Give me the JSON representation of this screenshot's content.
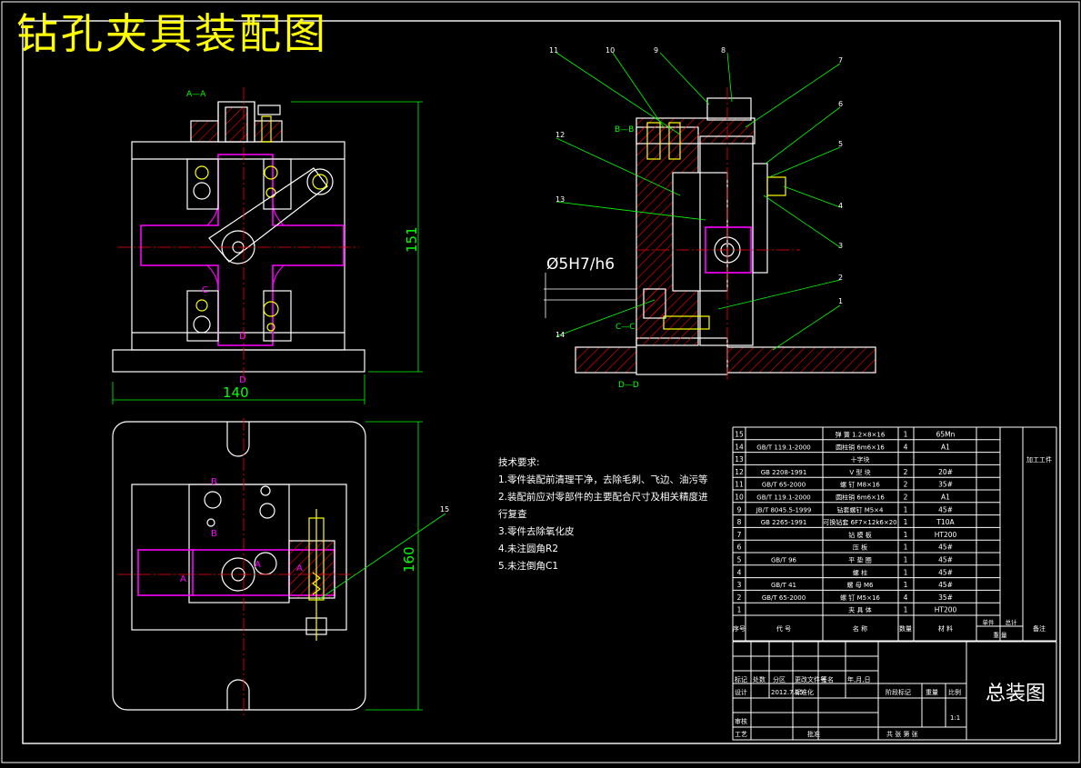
{
  "drawing": {
    "title": "钻孔夹具装配图",
    "section_labels": {
      "aa_main": "A—A",
      "bb": "B—B",
      "cc": "C—C",
      "dd": "D—D"
    },
    "view_letters": {
      "c": "C",
      "d1": "D",
      "d2": "D",
      "b": "B",
      "b2": "B",
      "a1": "A",
      "a2": "A",
      "a3": "A"
    },
    "dimensions": {
      "height_main": "151",
      "width_main": "140",
      "height_plan": "160",
      "fit": "Ø5H7/h6"
    },
    "balloons": [
      "11",
      "10",
      "9",
      "8",
      "7",
      "6",
      "5",
      "4",
      "3",
      "2",
      "1",
      "12",
      "13",
      "14",
      "15"
    ],
    "colors": {
      "background": "#000000",
      "outline": "#ffffff",
      "centerline": "#ff0000",
      "magenta": "#ff00ff",
      "leader": "#00ff00",
      "hatch": "#ff0000",
      "title_text": "#ffff00",
      "fastener": "#ffff00"
    }
  },
  "tech_requirements": {
    "heading": "技术要求:",
    "items": [
      "1.零件装配前清理干净，去除毛刺、飞边、油污等",
      "2.装配前应对零部件的主要配合尺寸及相关精度进",
      "行复查",
      "3.零件去除氧化皮",
      "4.未注圆角R2",
      "5.未注倒角C1"
    ]
  },
  "bom": {
    "rows": [
      {
        "no": "15",
        "code": "",
        "name": "弹 簧 1.2×8×16",
        "qty": "1",
        "material": "65Mn",
        "note": ""
      },
      {
        "no": "14",
        "code": "GB/T 119.1-2000",
        "name": "圆柱销 6m6×16",
        "qty": "4",
        "material": "A1",
        "note": ""
      },
      {
        "no": "13",
        "code": "",
        "name": "十字块",
        "qty": "",
        "material": "",
        "note": "加工工件"
      },
      {
        "no": "12",
        "code": "GB 2208-1991",
        "name": "V 型 块",
        "qty": "2",
        "material": "20#",
        "note": ""
      },
      {
        "no": "11",
        "code": "GB/T 65-2000",
        "name": "螺 钉 M8×16",
        "qty": "2",
        "material": "35#",
        "note": ""
      },
      {
        "no": "10",
        "code": "GB/T 119.1-2000",
        "name": "圆柱销 6m6×16",
        "qty": "2",
        "material": "A1",
        "note": ""
      },
      {
        "no": "9",
        "code": "JB/T 8045.5-1999",
        "name": "钻套螺钉 M5×4",
        "qty": "1",
        "material": "45#",
        "note": ""
      },
      {
        "no": "8",
        "code": "GB 2265-1991",
        "name": "可换钻套 6F7×12k6×20",
        "qty": "1",
        "material": "T10A",
        "note": ""
      },
      {
        "no": "7",
        "code": "",
        "name": "钻 模 板",
        "qty": "1",
        "material": "HT200",
        "note": ""
      },
      {
        "no": "6",
        "code": "",
        "name": "压 板",
        "qty": "1",
        "material": "45#",
        "note": ""
      },
      {
        "no": "5",
        "code": "GB/T 96",
        "name": "平 垫 圈",
        "qty": "1",
        "material": "45#",
        "note": ""
      },
      {
        "no": "4",
        "code": "",
        "name": "螺 柱",
        "qty": "1",
        "material": "45#",
        "note": ""
      },
      {
        "no": "3",
        "code": "GB/T 41",
        "name": "螺 母 M6",
        "qty": "1",
        "material": "45#",
        "note": ""
      },
      {
        "no": "2",
        "code": "GB/T 65-2000",
        "name": "螺 钉 M5×16",
        "qty": "4",
        "material": "35#",
        "note": ""
      },
      {
        "no": "1",
        "code": "",
        "name": "夹 具 体",
        "qty": "1",
        "material": "HT200",
        "note": ""
      }
    ],
    "header": {
      "no": "序号",
      "code": "代 号",
      "name": "名 称",
      "qty": "数量",
      "material": "材 料",
      "weight1": "单件",
      "weight2": "总计",
      "weight_label": "重 量",
      "note": "备注"
    }
  },
  "title_block": {
    "drawing_name": "总装图",
    "mark_label": "标记",
    "count_label": "处数",
    "zone_label": "分区",
    "change_label": "更改文件号",
    "sign_label": "签名",
    "date_label": "年,月,日",
    "design_label": "设计",
    "std_label": "标准化",
    "std_value": "2012.7.25",
    "review_label": "审核",
    "process_label": "工艺",
    "approve_label": "批准",
    "stage_label": "阶段标记",
    "weight_label": "重量",
    "scale_label": "比例",
    "scale_value": "1:1",
    "sheets_label": "共  张 第  张"
  }
}
